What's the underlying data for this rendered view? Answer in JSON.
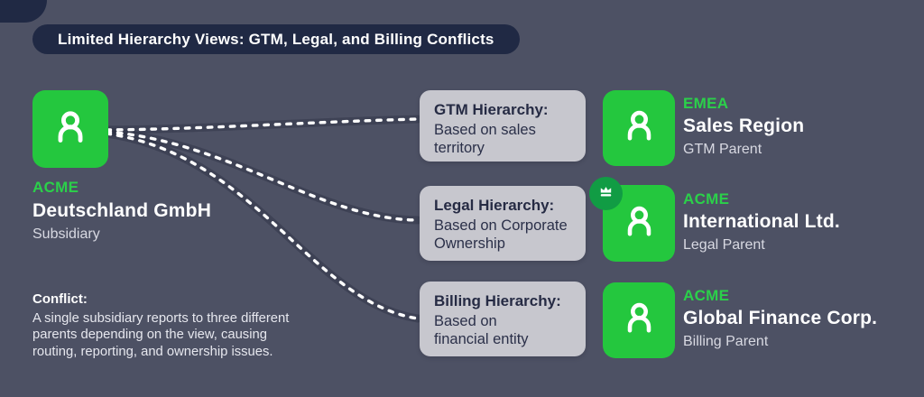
{
  "title": "Limited Hierarchy Views: GTM, Legal, and Billing Conflicts",
  "colors": {
    "background": "#4d5164",
    "pill": "#202944",
    "entity_green": "#24c73e",
    "badge_green": "#119c44",
    "brand_green": "#2bd04a",
    "box_gray": "#c7c7ce",
    "box_text_navy": "#262b44",
    "text_white": "#ffffff",
    "text_muted": "#d8d9e2"
  },
  "subsidiary": {
    "brand": "ACME",
    "name": "Deutschland GmbH",
    "role": "Subsidiary",
    "icon": "person-icon"
  },
  "hierarchies": [
    {
      "title": "GTM Hierarchy:",
      "description": "Based on sales\nterritory"
    },
    {
      "title": "Legal Hierarchy:",
      "description": "Based on Corporate\nOwnership"
    },
    {
      "title": "Billing Hierarchy:",
      "description": "Based on\nfinancial entity"
    }
  ],
  "parents": [
    {
      "brand": "EMEA",
      "name": "Sales Region",
      "role": "GTM Parent",
      "icon": "person-icon",
      "badge": null
    },
    {
      "brand": "ACME",
      "name": "International Ltd.",
      "role": "Legal Parent",
      "icon": "person-icon",
      "badge": "crown-icon"
    },
    {
      "brand": "ACME",
      "name": "Global Finance Corp.",
      "role": "Billing Parent",
      "icon": "person-icon",
      "badge": null
    }
  ],
  "conflict": {
    "label": "Conflict:",
    "text": "A single subsidiary reports to three different\nparents depending on the view, causing\nrouting, reporting, and ownership issues."
  }
}
